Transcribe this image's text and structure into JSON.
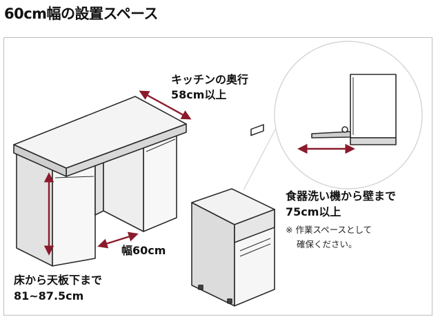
{
  "title": "60cm幅の設置スペース",
  "labels": {
    "depth_line1": "キッチンの奥行",
    "depth_line2": "58cm以上",
    "width": "幅60cm",
    "height_line1": "床から天板下まで",
    "height_line2": "81~87.5cm",
    "wall_line1": "食器洗い機から壁まで",
    "wall_line2": "75cm以上",
    "note_line1": "※ 作業スペースとして",
    "note_line2": "確保ください。"
  },
  "colors": {
    "arrow": "#8b1a2b",
    "outline": "#2a2a2a",
    "shade": "#dcdcdc",
    "frame": "#bdbdbd"
  }
}
